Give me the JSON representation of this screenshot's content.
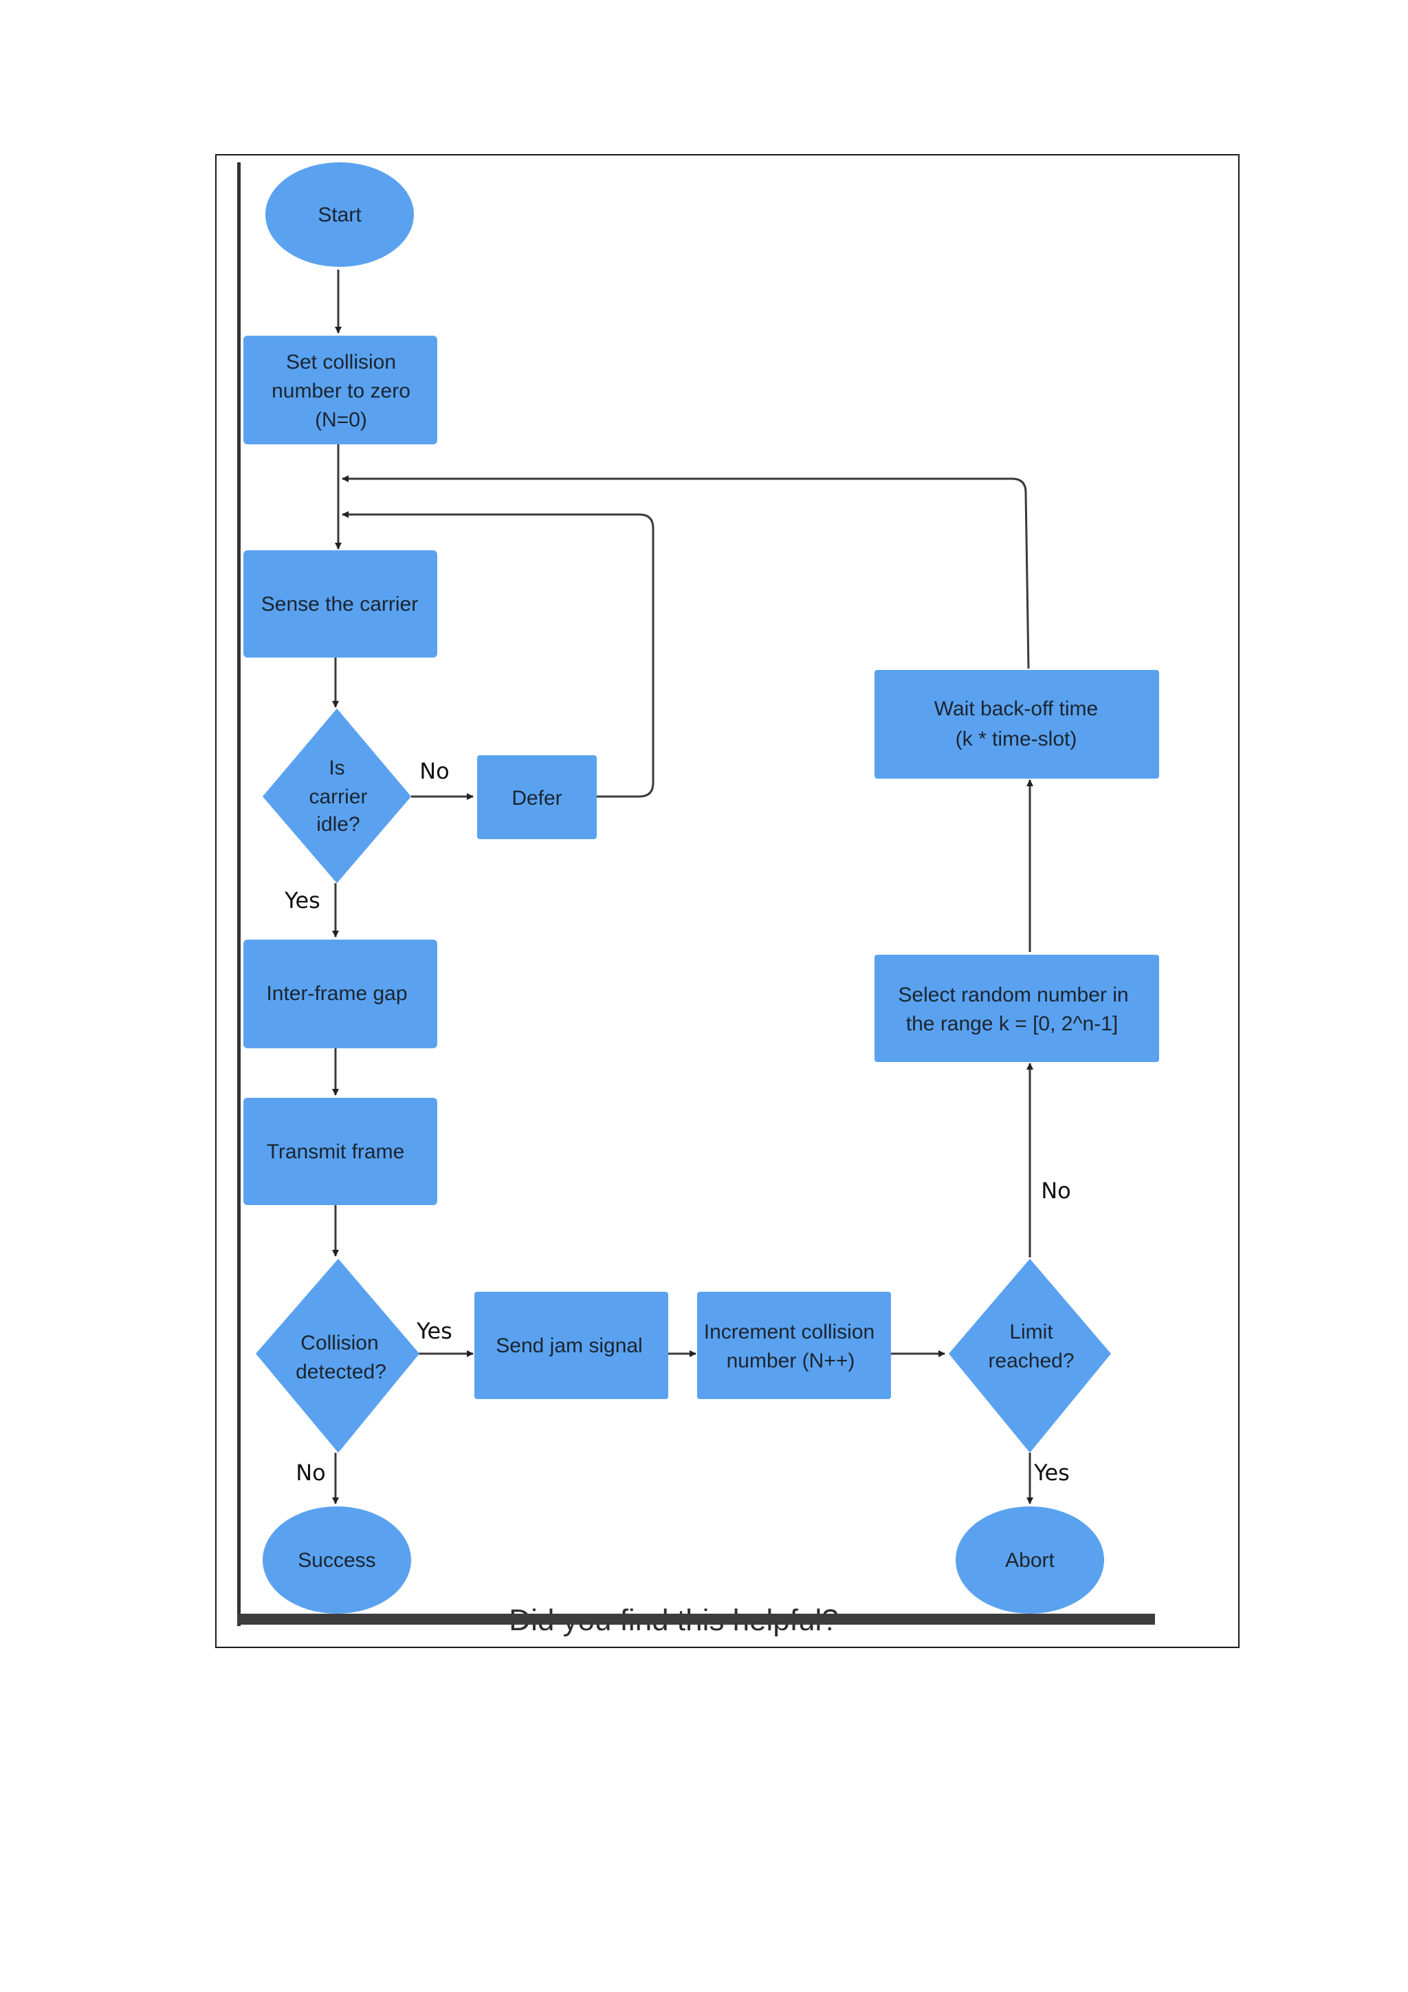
{
  "nodes": {
    "start": "Start",
    "set_collision": [
      "Set collision",
      "number to zero",
      "(N=0)"
    ],
    "sense_carrier": "Sense the carrier",
    "is_idle": [
      "Is",
      "carrier",
      "idle?"
    ],
    "defer": "Defer",
    "inter_frame": "Inter-frame gap",
    "transmit": "Transmit frame",
    "collision_detected": [
      "Collision",
      "detected?"
    ],
    "send_jam": "Send jam signal",
    "increment": [
      "Increment collision",
      "number (N++)"
    ],
    "limit": [
      "Limit",
      "reached?"
    ],
    "select_random": [
      "Select random number in",
      "the range k = [0, 2^n-1]"
    ],
    "wait_backoff": [
      "Wait back-off time",
      "(k * time-slot)"
    ],
    "success": "Success",
    "abort": "Abort"
  },
  "edge_labels": {
    "idle_no": "No",
    "idle_yes": "Yes",
    "collision_yes": "Yes",
    "collision_no": "No",
    "limit_no": "No",
    "limit_yes": "Yes"
  },
  "cutoff_text": "Did you find this helpful?",
  "colors": {
    "shape": "#5aa2ef",
    "line": "#3a3a3a"
  }
}
